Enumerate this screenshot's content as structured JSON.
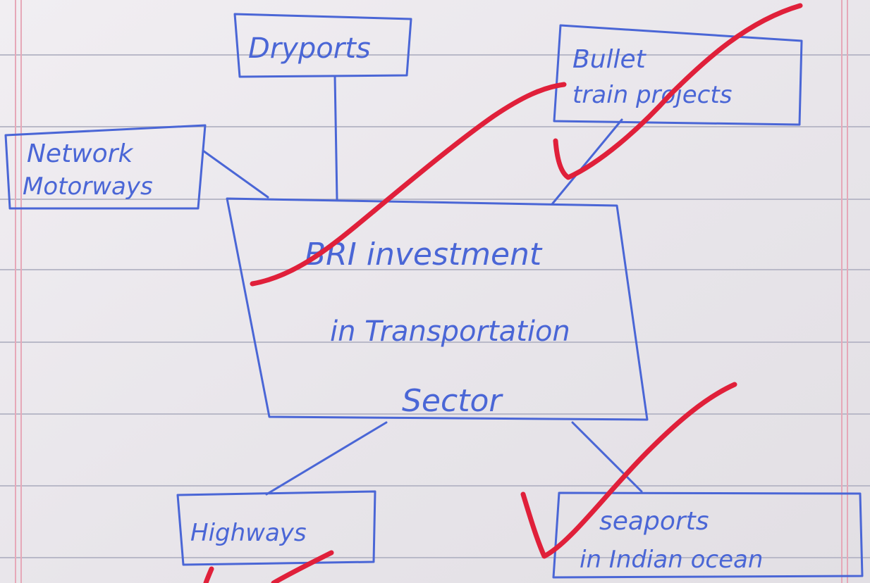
{
  "diagram": {
    "center": {
      "line1": "BRI investment",
      "line2": "in Transportation",
      "line3": "Sector"
    },
    "nodes": {
      "dryports": "Dryports",
      "bullet_train": {
        "line1": "Bullet",
        "line2": "train projects"
      },
      "network_motorways": {
        "line1": "Network",
        "line2": "Motorways"
      },
      "highways": "Highways",
      "seaports": {
        "line1": "seaports",
        "line2": "in Indian ocean"
      }
    }
  },
  "colors": {
    "paper": "#ece9ed",
    "ruled_line": "#b9b9c8",
    "margin_line": "#e6a8b8",
    "ink": "#4a66d6",
    "grading_mark": "#e0203a"
  }
}
